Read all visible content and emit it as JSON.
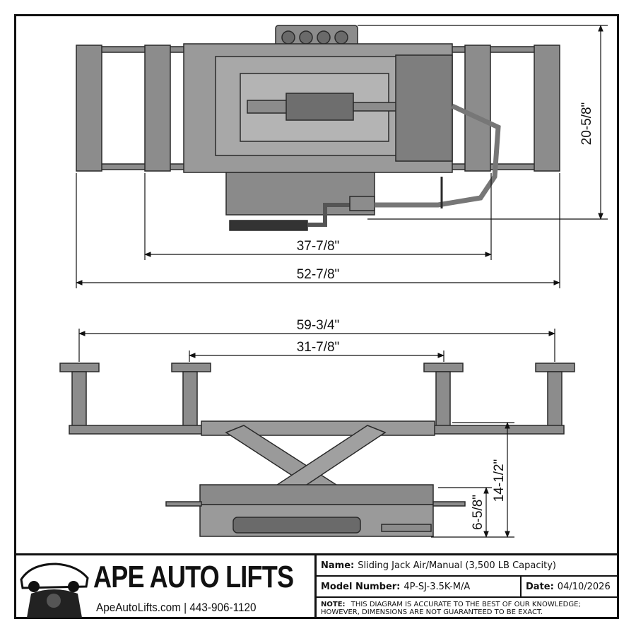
{
  "dimensions": {
    "top_height": "20-5/8\"",
    "top_inner_width": "37-7/8\"",
    "top_overall_width": "52-7/8\"",
    "side_overall_width": "59-3/4\"",
    "side_inner_width": "31-7/8\"",
    "side_max_height": "14-1/2\"",
    "side_min_height": "6-5/8\""
  },
  "brand": {
    "name": "APE AUTO LIFTS",
    "contact": "ApeAutoLifts.com | 443-906-1120"
  },
  "info": {
    "name_label": "Name:",
    "name_value": "Sliding Jack Air/Manual (3,500 LB Capacity)",
    "model_label": "Model Number:",
    "model_value": "4P-SJ-3.5K-M/A",
    "date_label": "Date:",
    "date_value": "04/10/2026",
    "note_label": "Note:",
    "note_value": "This diagram is accurate to the best of our knowledge; however, dimensions are not guaranteed to be exact."
  },
  "colors": {
    "part_fill": "#8c8c8c",
    "part_stroke": "#2a2a2a",
    "line": "#111111"
  }
}
